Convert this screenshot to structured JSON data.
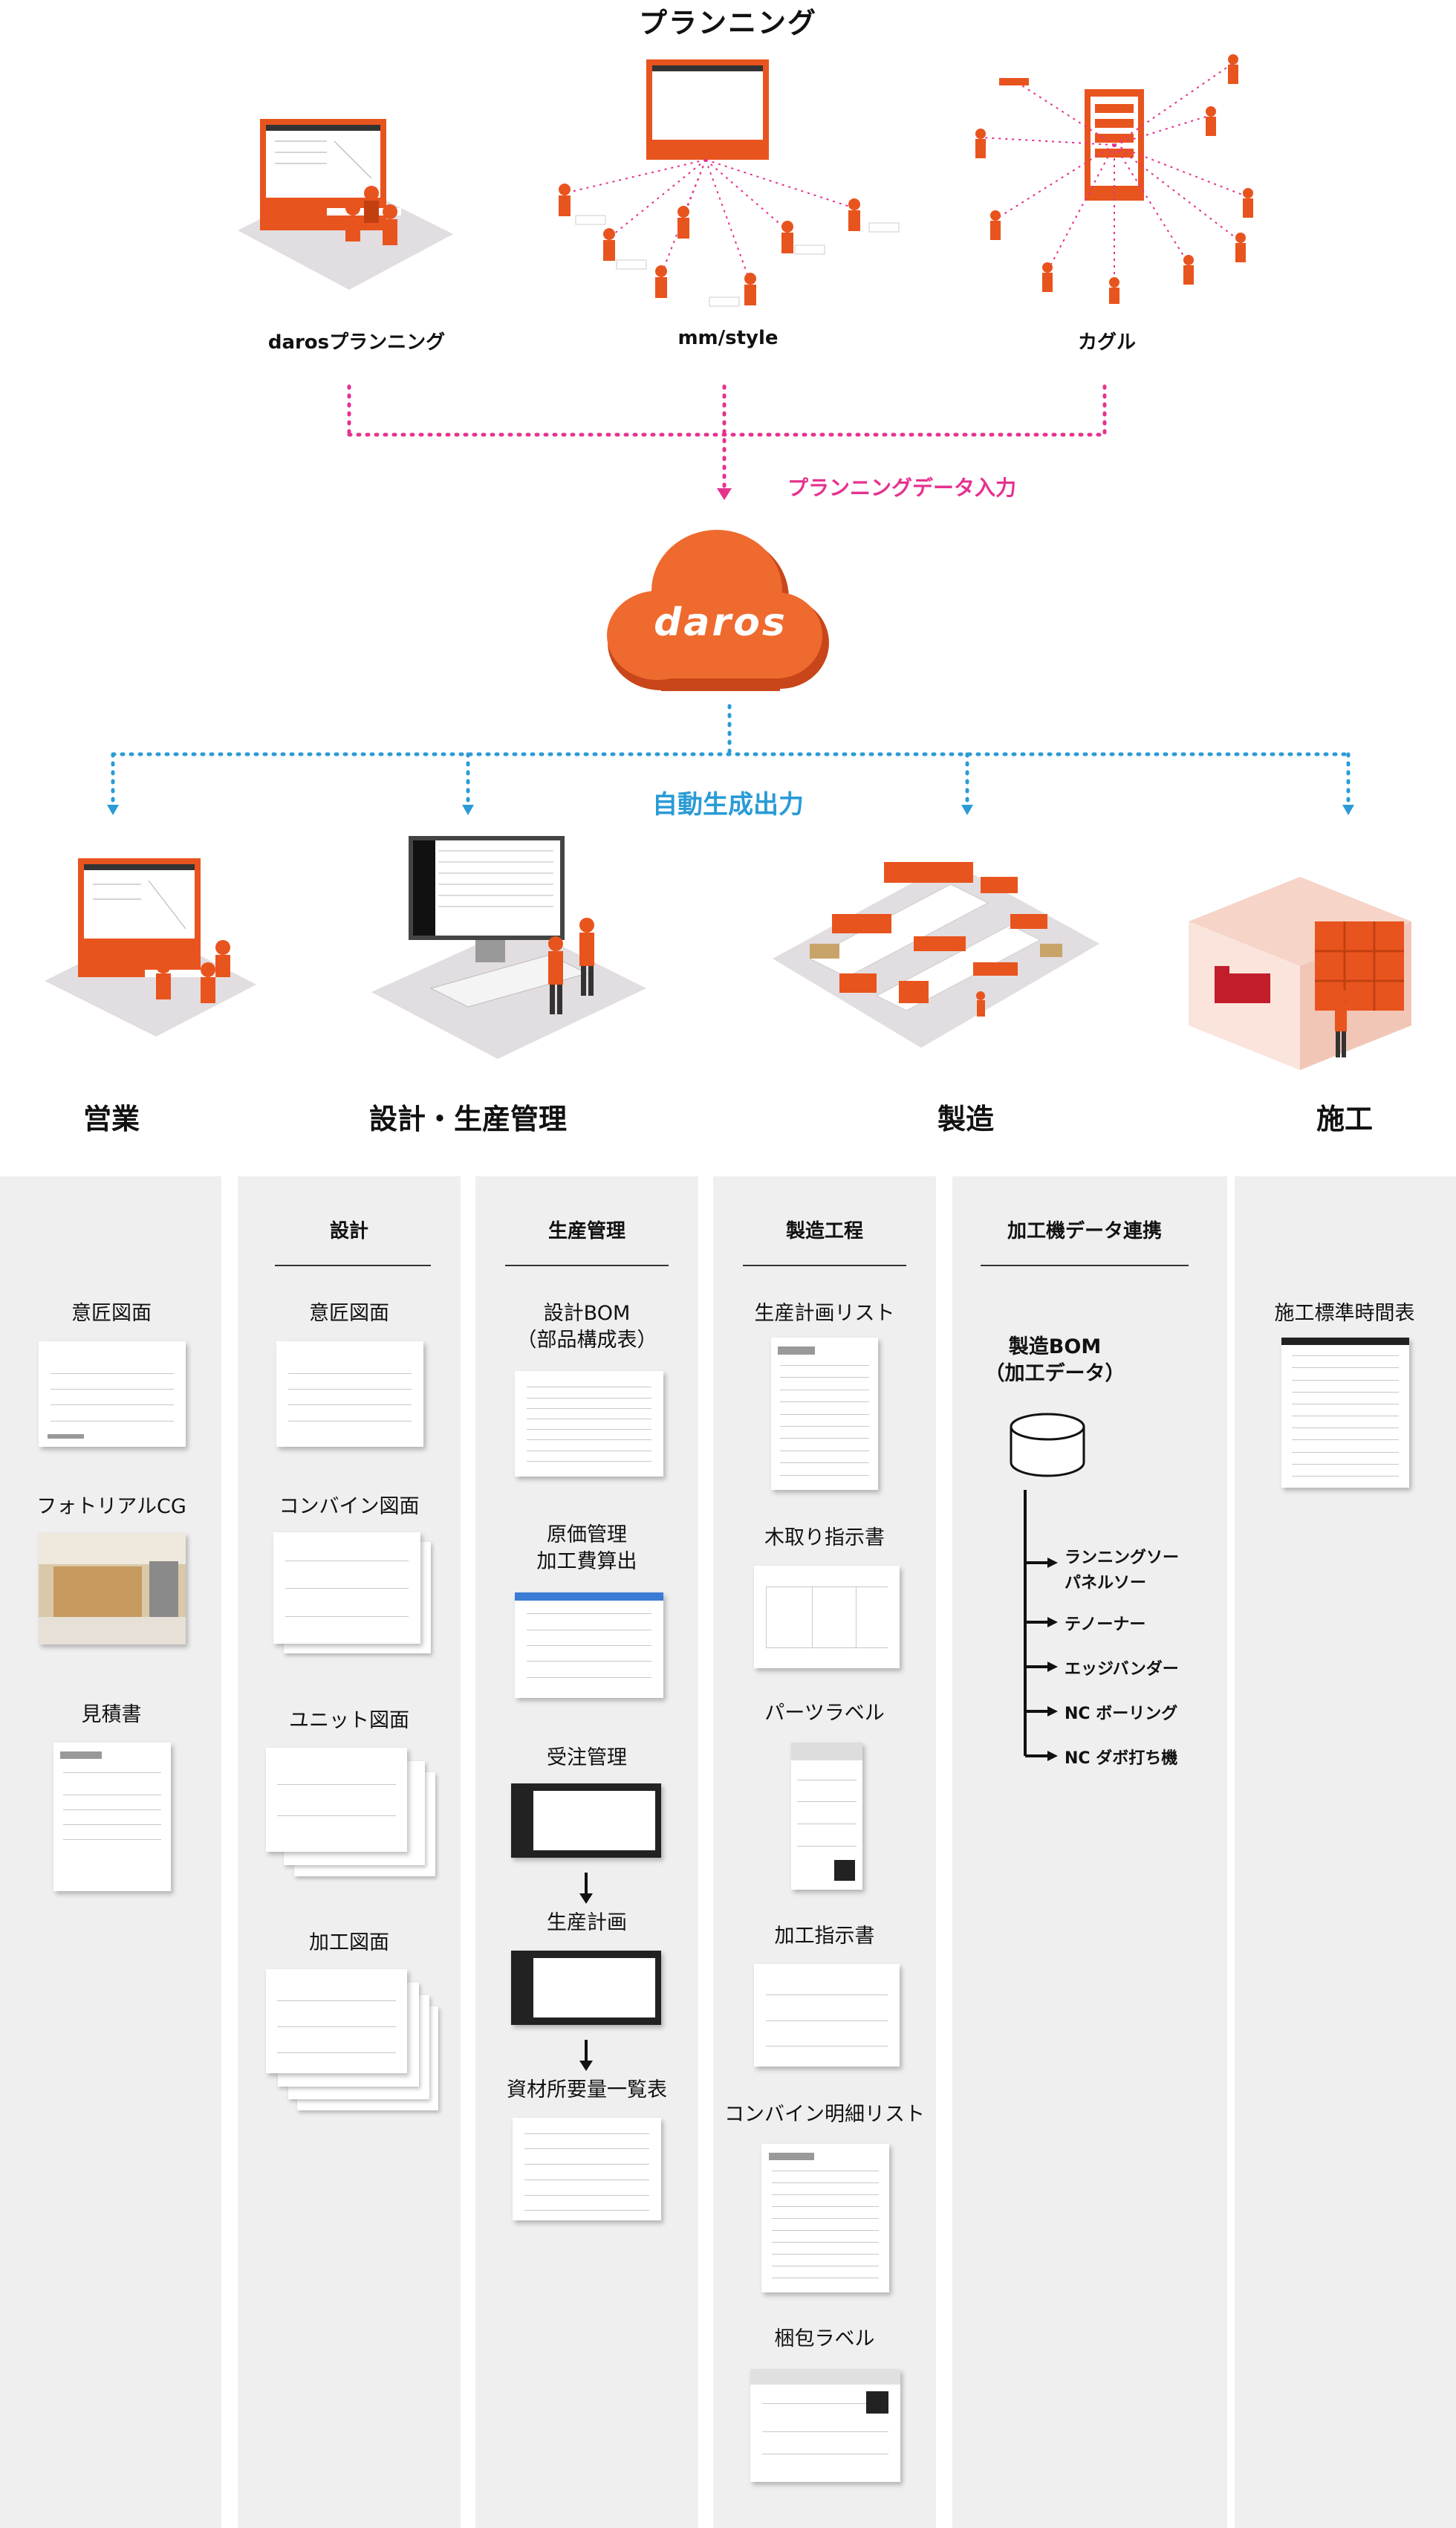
{
  "top": {
    "title": "プランニング",
    "items": [
      "darosプランニング",
      "mm/style",
      "カグル"
    ],
    "flow_label": "プランニングデータ入力"
  },
  "cloud": {
    "logo": "daros"
  },
  "middle": {
    "flow_label": "自動生成出力",
    "departments": [
      "営業",
      "設計・生産管理",
      "製造",
      "施工"
    ]
  },
  "columns": {
    "sales": {
      "docs": [
        "意匠図面",
        "フォトリアルCG",
        "見積書"
      ]
    },
    "design": {
      "header": "設計",
      "docs": [
        "意匠図面",
        "コンバイン図面",
        "ユニット図面",
        "加工図面"
      ]
    },
    "production": {
      "header": "生産管理",
      "docs": [
        "設計BOM\n（部品構成表）",
        "原価管理\n加工費算出",
        "受注管理",
        "生産計画",
        "資材所要量一覧表"
      ]
    },
    "manufacturing": {
      "header": "製造工程",
      "docs": [
        "生産計画リスト",
        "木取り指示書",
        "パーツラベル",
        "加工指示書",
        "コンバイン明細リスト",
        "梱包ラベル"
      ]
    },
    "machine": {
      "header": "加工機データ連携",
      "bom_title": "製造BOM\n（加工データ）",
      "machines": [
        "ランニングソー\nパネルソー",
        "テノーナー",
        "エッジバンダー",
        "NC ボーリング",
        "NC ダボ打ち機"
      ]
    },
    "construction": {
      "docs": [
        "施工標準時間表"
      ]
    }
  },
  "colors": {
    "accent": "#e8541e",
    "pink": "#e6318f",
    "blue": "#2a9bd6",
    "panel": "#efefef"
  }
}
